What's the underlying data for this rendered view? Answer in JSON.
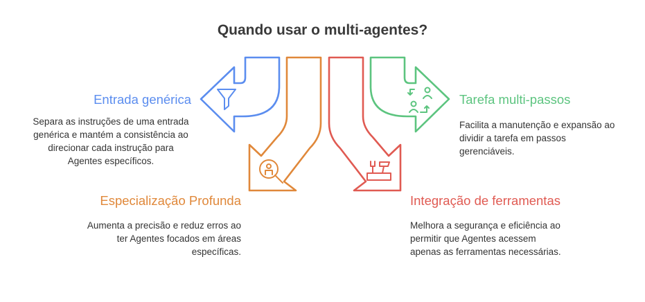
{
  "title": "Quando usar o multi-agentes?",
  "colors": {
    "blue": "#5b8def",
    "orange": "#e0883a",
    "red": "#e05a52",
    "green": "#5cc47f"
  },
  "items": [
    {
      "heading": "Entrada genérica",
      "icon": "funnel-icon",
      "lines": [
        "Separa as instruções de uma entrada",
        "genérica e mantém a consistência ao",
        "direcionar cada instrução para",
        "Agentes específicos."
      ]
    },
    {
      "heading": "Especialização Profunda",
      "icon": "gear-magnifier-icon",
      "lines": [
        "Aumenta a precisão e reduz erros ao",
        "ter Agentes focados em áreas",
        "específicas."
      ]
    },
    {
      "heading": "Integração de ferramentas",
      "icon": "toolbox-icon",
      "lines": [
        "Melhora a segurança e eficiência ao",
        "permitir que Agentes acessem",
        "apenas as ferramentas necessárias."
      ]
    },
    {
      "heading": "Tarefa multi-passos",
      "icon": "people-cycle-icon",
      "lines": [
        "Facilita a manutenção e expansão ao",
        "dividir a tarefa em passos",
        "gerenciáveis."
      ]
    }
  ]
}
